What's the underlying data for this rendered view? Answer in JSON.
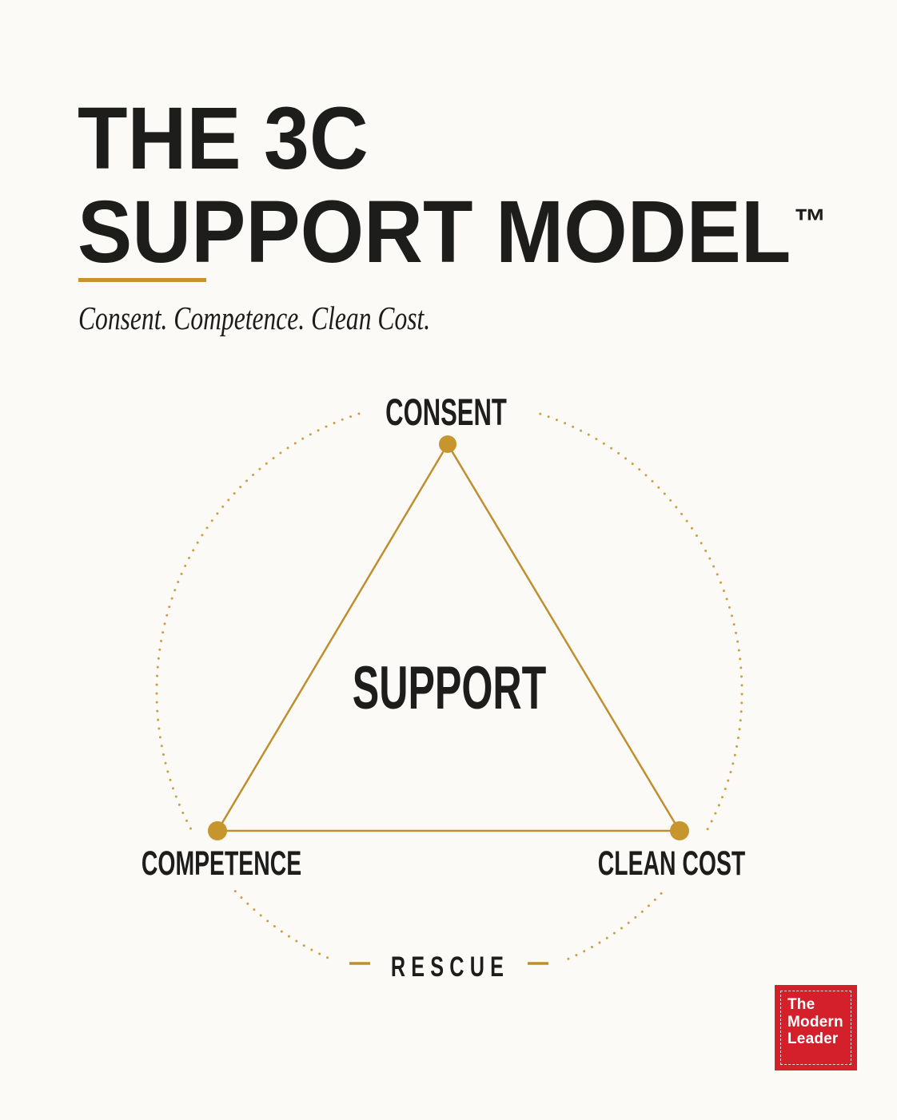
{
  "title": {
    "line1": "THE 3C",
    "line2": "SUPPORT MODEL",
    "trademark": "™"
  },
  "subtitle": "Consent. Competence. Clean Cost.",
  "diagram": {
    "top_label": "CONSENT",
    "bottom_left_label": "COMPETENCE",
    "bottom_right_label": "CLEAN COST",
    "center_label": "SUPPORT",
    "outside_bottom_label": "RESCUE"
  },
  "logo": {
    "line1": "The",
    "line2": "Modern",
    "line3": "Leader"
  },
  "colors": {
    "background": "#fbfaf7",
    "ink": "#1d1d1b",
    "gold_line": "#bf8f2e",
    "gold_dot": "#c6952e",
    "gold_rule": "#c5942f",
    "logo_red": "#d4202a",
    "logo_text": "#ffffff"
  }
}
